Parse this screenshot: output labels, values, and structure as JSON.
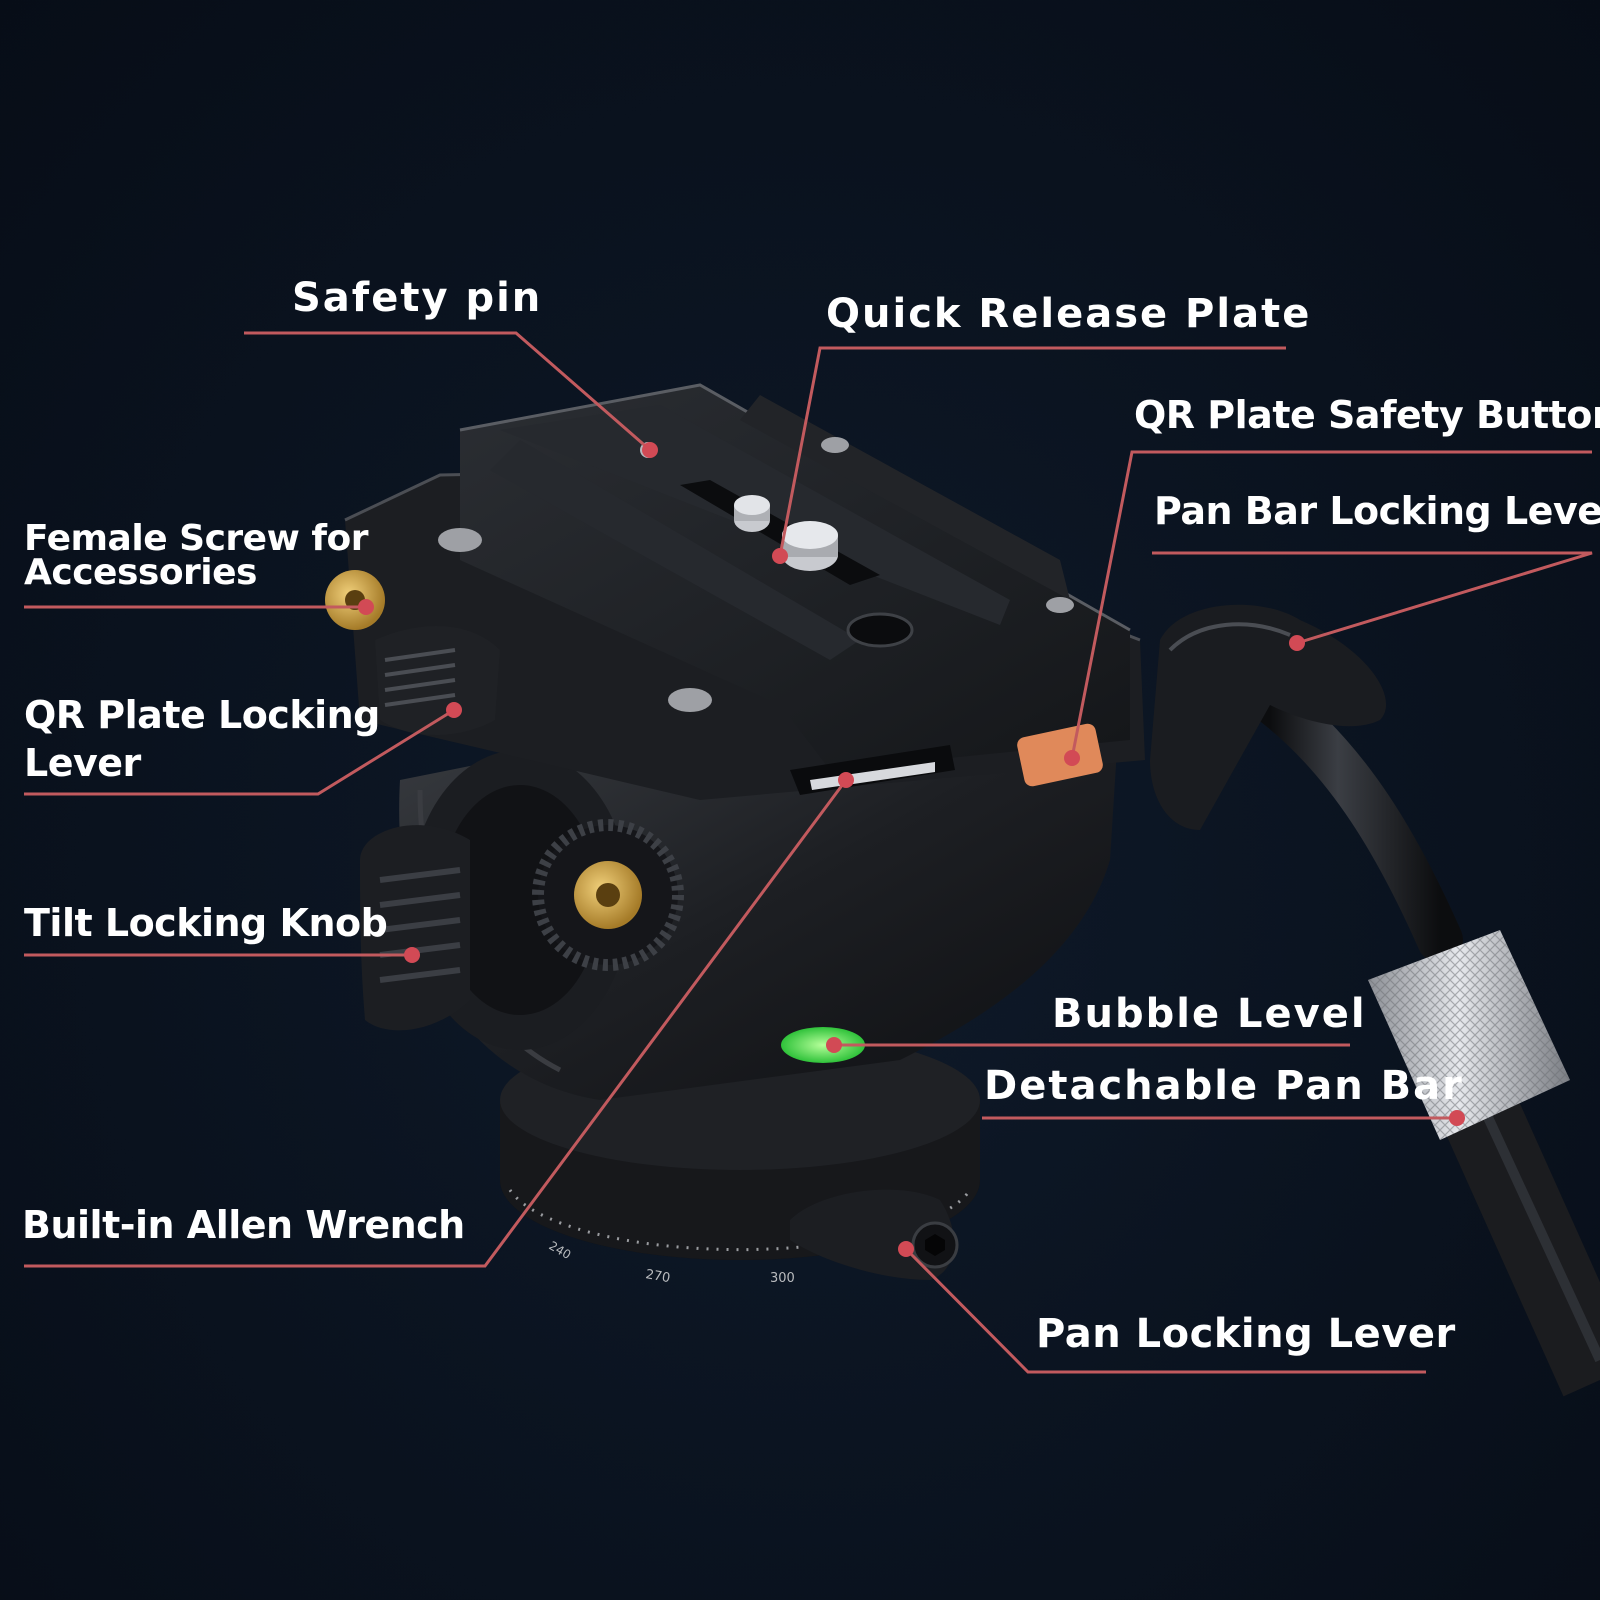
{
  "colors": {
    "background": "#0b1421",
    "leader_line": "#c25a5e",
    "leader_dot": "#d24a55",
    "label_text": "#ffffff",
    "brass": "#c9a34a",
    "safety_button": "#e0895a",
    "bubble": "#3fe04a"
  },
  "callouts": {
    "safety_pin": "Safety pin",
    "quick_release_plate": "Quick Release Plate",
    "qr_plate_safety_button": "QR Plate Safety Button",
    "pan_bar_locking_lever": "Pan Bar Locking Lever",
    "female_screw_line1": "Female Screw for",
    "female_screw_line2": "Accessories",
    "qr_plate_locking_lever_line1": "QR Plate Locking",
    "qr_plate_locking_lever_line2": "Lever",
    "tilt_locking_knob": "Tilt Locking Knob",
    "bubble_level": "Bubble Level",
    "detachable_pan_bar": "Detachable Pan Bar",
    "built_in_allen_wrench": "Built-in Allen Wrench",
    "pan_locking_lever": "Pan Locking Lever"
  },
  "dial_ticks": {
    "t240": "240",
    "t270": "270",
    "t300": "300"
  }
}
